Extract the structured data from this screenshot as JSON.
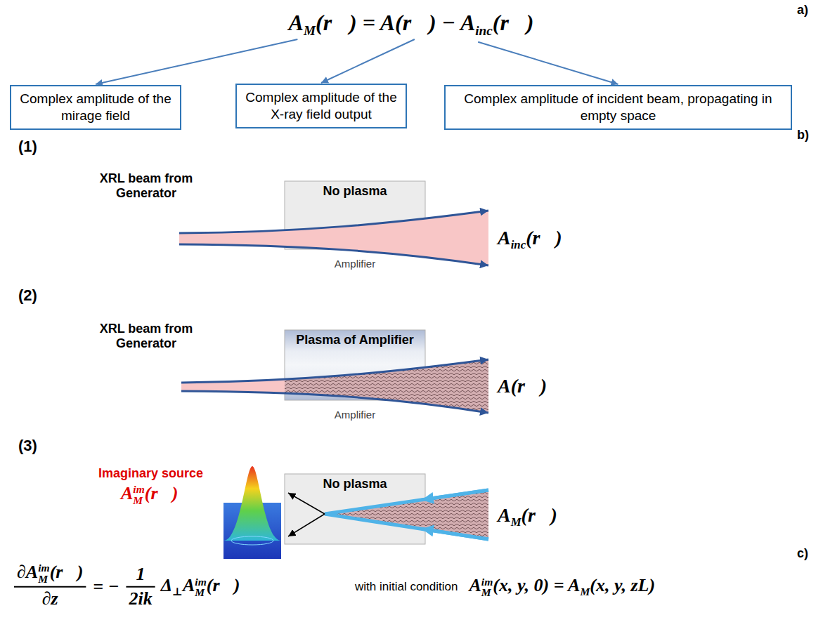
{
  "diagram": {
    "nodes": [
      {
        "text": [
          "Complex amplitude of the mirage field"
        ]
      },
      {
        "text": [
          "Complex amplitude of the X-ray field output"
        ]
      },
      {
        "text": [
          "Complex amplitude of incident beam, propagating in empty space"
        ]
      },
      {
        "text": [
          "No plasma",
          "Amplifier"
        ]
      },
      {
        "text": [
          "Plasma of Amplifier",
          "Amplifier"
        ]
      },
      {
        "text": [
          "No plasma"
        ]
      }
    ],
    "labels": [
      "a)",
      "A",
      "M",
      "(r⃗) = A(r⃗) − A",
      "inc",
      "(r⃗)",
      "b)",
      "(1)",
      "XRL beam from Generator",
      "A",
      "inc",
      "(r⃗)",
      "(2)",
      "XRL beam from Generator",
      "A(r⃗)",
      "(3)",
      "Imaginary source",
      "A",
      "im",
      "M",
      "(r⃗)",
      "A",
      "M",
      "(r⃗)",
      "c)",
      "∂A",
      "im",
      "M",
      "(r⃗)",
      "∂z",
      "= −",
      "1",
      "2ik",
      "Δ",
      "⊥",
      "A",
      "im",
      "M",
      "(r⃗)",
      "with initial condition",
      "A",
      "im",
      "M",
      "(x, y, 0) = A",
      "M",
      "(x, y, zL)"
    ]
  }
}
